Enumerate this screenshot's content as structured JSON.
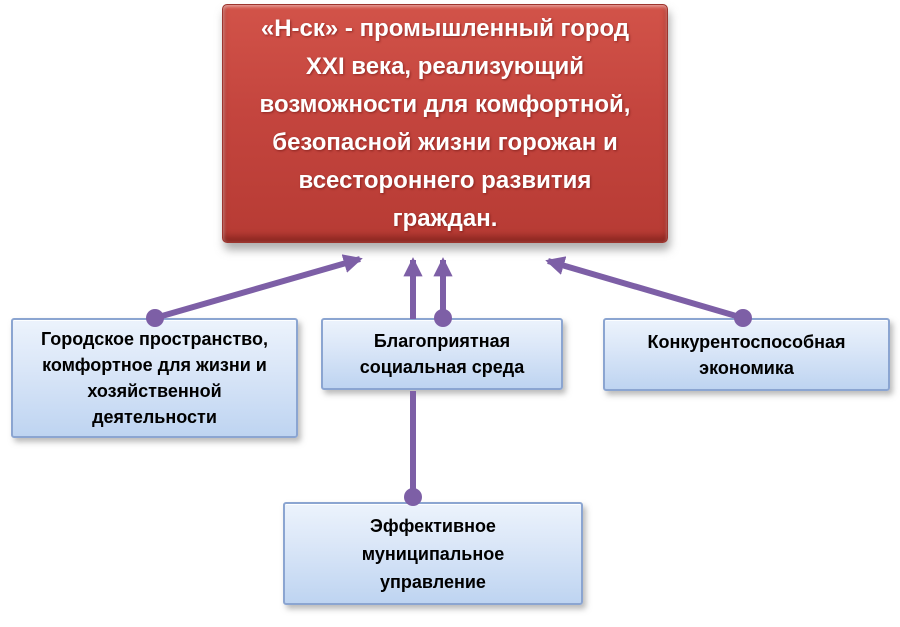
{
  "colors": {
    "goal_fill": "#c4453e",
    "goal_border": "#9c352e",
    "goal_text": "#ffffff",
    "pillar_fill_top": "#ecf3fc",
    "pillar_fill_bottom": "#bed4f1",
    "pillar_border": "#8ba5d1",
    "pillar_text": "#000000",
    "connector": "#7d5fa6",
    "background": "#ffffff"
  },
  "goal_box": {
    "lines": [
      "«Н-ск» - промышленный город",
      "XXI века, реализующий",
      "возможности для комфортной,",
      "безопасной жизни горожан и",
      "всестороннего развития",
      "граждан."
    ]
  },
  "pillars": {
    "urban_space": {
      "lines": [
        "Городское пространство,",
        "комфортное для жизни и",
        "хозяйственной",
        "деятельности"
      ]
    },
    "social_environment": {
      "lines": [
        "Благоприятная",
        "социальная среда"
      ]
    },
    "economy": {
      "lines": [
        "Конкурентоспособная",
        "экономика"
      ]
    },
    "governance": {
      "lines": [
        "Эффективное",
        "муниципальное",
        "управление"
      ]
    }
  }
}
